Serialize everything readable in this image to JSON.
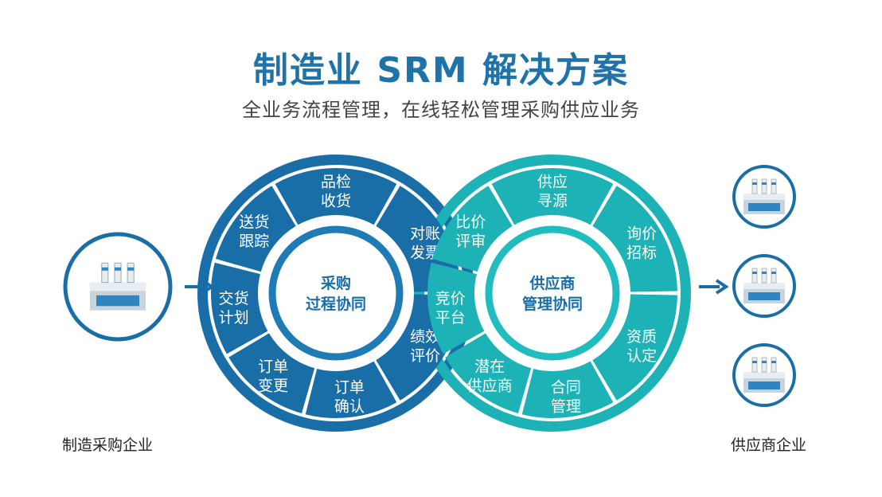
{
  "title": "制造业  SRM  解决方案",
  "subtitle": "全业务流程管理，在线轻松管理采购供应业务",
  "left_entity": {
    "label": "制造采购企业",
    "icon": "factory-icon"
  },
  "right_entity": {
    "label": "供应商企业",
    "icon": "factory-icon"
  },
  "colors": {
    "title": "#1f73a9",
    "left_ring": "#1a6ea8",
    "left_inner": "#1e7bb6",
    "right_ring": "#1db2b6",
    "right_inner": "#20bcc0",
    "outline": "#1a6ea8"
  },
  "left_hub": {
    "line1": "采购",
    "line2": "过程协同"
  },
  "right_hub": {
    "line1": "供应商",
    "line2": "管理协同"
  },
  "left_segments": [
    {
      "line1": "品检",
      "line2": "收货"
    },
    {
      "line1": "对账",
      "line2": "发票"
    },
    {
      "line1": "绩效",
      "line2": "评价"
    },
    {
      "line1": "订单",
      "line2": "确认"
    },
    {
      "line1": "订单",
      "line2": "变更"
    },
    {
      "line1": "交货",
      "line2": "计划"
    },
    {
      "line1": "送货",
      "line2": "跟踪"
    }
  ],
  "right_segments": [
    {
      "line1": "供应",
      "line2": "寻源"
    },
    {
      "line1": "询价",
      "line2": "招标"
    },
    {
      "line1": "资质",
      "line2": "认定"
    },
    {
      "line1": "合同",
      "line2": "管理"
    },
    {
      "line1": "潜在",
      "line2": "供应商"
    },
    {
      "line1": "竞价",
      "line2": "平台"
    },
    {
      "line1": "比价",
      "line2": "评审"
    }
  ]
}
